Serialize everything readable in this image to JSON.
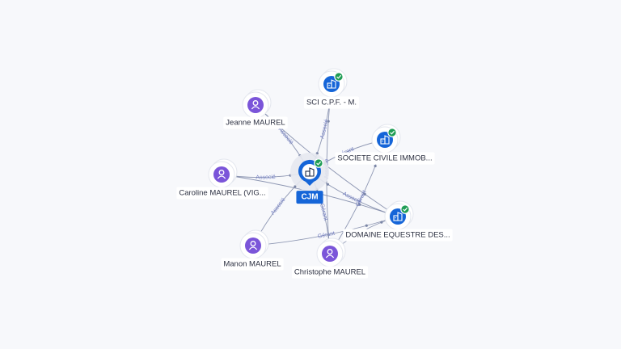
{
  "colors": {
    "person": "#7b55d9",
    "company": "#1565d8",
    "center": "#1565d8",
    "verified": "#1f9d55",
    "edge": "#7b86a6",
    "edge_label": "#6f7bc0"
  },
  "center": {
    "id": "cjm",
    "label": "CJM",
    "icon": "building-icon",
    "verified": true
  },
  "nodes": [
    {
      "id": "sci",
      "label": "SCI C.P.F. - M.",
      "kind": "company",
      "icon": "building-icon",
      "verified": true
    },
    {
      "id": "jeanne",
      "label": "Jeanne MAUREL",
      "kind": "person",
      "icon": "person-icon",
      "verified": false
    },
    {
      "id": "societe",
      "label": "SOCIETE CIVILE IMMOB...",
      "kind": "company",
      "icon": "building-icon",
      "verified": true
    },
    {
      "id": "caroline",
      "label": "Caroline MAUREL (VIG...",
      "kind": "person",
      "icon": "person-icon",
      "verified": false
    },
    {
      "id": "domaine",
      "label": "DOMAINE EQUESTRE DES...",
      "kind": "company",
      "icon": "building-icon",
      "verified": true
    },
    {
      "id": "manon",
      "label": "Manon MAUREL",
      "kind": "person",
      "icon": "person-icon",
      "verified": false
    },
    {
      "id": "christophe",
      "label": "Christophe MAUREL",
      "kind": "person",
      "icon": "person-icon",
      "verified": false
    }
  ],
  "edges": [
    {
      "from": "jeanne",
      "to": "cjm",
      "label": "Associé"
    },
    {
      "from": "caroline",
      "to": "cjm",
      "label": "Associé"
    },
    {
      "from": "manon",
      "to": "cjm",
      "label": "Associé"
    },
    {
      "from": "christophe",
      "to": "cjm",
      "label": "Gérant"
    },
    {
      "from": "sci",
      "to": "cjm",
      "label": "Associé"
    },
    {
      "from": "societe",
      "to": "cjm",
      "label": "Gérant"
    },
    {
      "from": "domaine",
      "to": "cjm",
      "label": "Associé"
    },
    {
      "from": "jeanne",
      "to": "domaine",
      "label": ""
    },
    {
      "from": "caroline",
      "to": "domaine",
      "label": ""
    },
    {
      "from": "manon",
      "to": "domaine",
      "label": "Gérant"
    },
    {
      "from": "christophe",
      "to": "domaine",
      "label": ""
    },
    {
      "from": "christophe",
      "to": "societe",
      "label": "Gérant"
    },
    {
      "from": "christophe",
      "to": "sci",
      "label": "Associé"
    }
  ]
}
